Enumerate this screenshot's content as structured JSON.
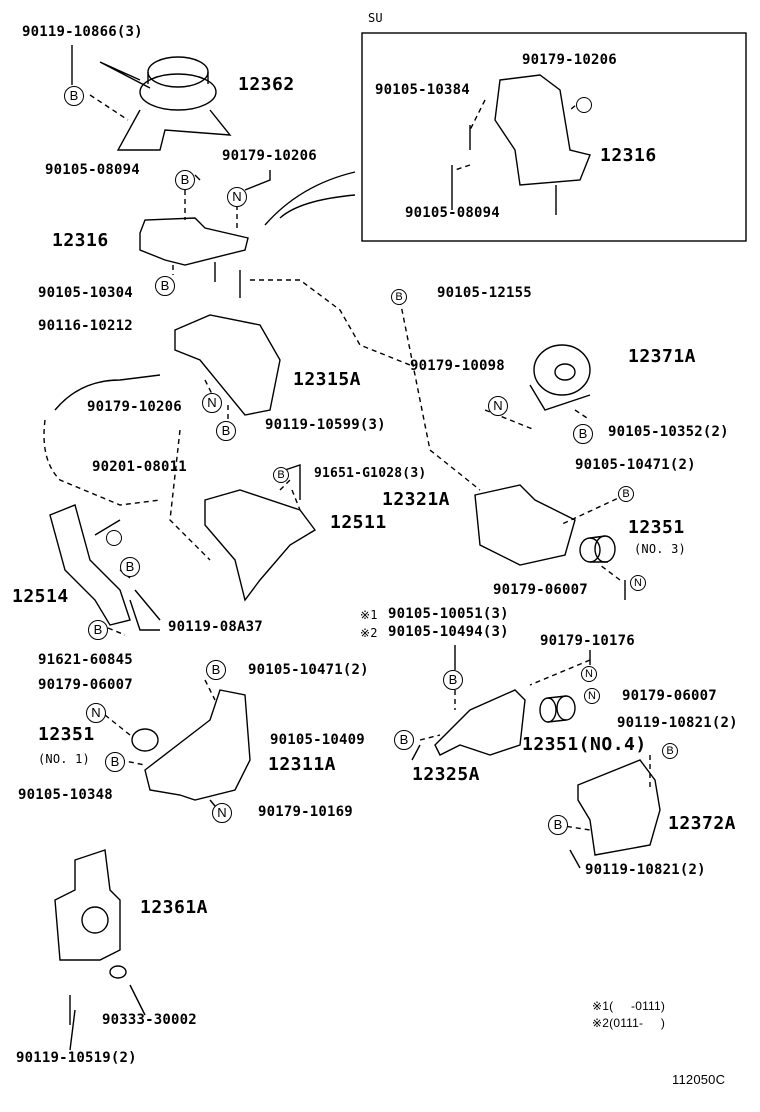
{
  "markers": {
    "bolt": "B",
    "nut": "N"
  },
  "variant_box": {
    "title": "SU",
    "labels": [
      "90179-10206",
      "90105-10384",
      "12316",
      "90105-08094"
    ]
  },
  "labels": [
    "90119-10866(3)",
    "12362",
    "90105-08094",
    "90179-10206",
    "12316",
    "90105-10304",
    "90116-10212",
    "12315A",
    "90179-10206",
    "90119-10599(3)",
    "90201-08011",
    "91651-G1028(3)",
    "12511",
    "12514",
    "90119-08A37",
    "91621-60845",
    "90179-06007",
    "12351",
    "(NO. 1)",
    "90105-10348",
    "90105-10471(2)",
    "12311A",
    "90179-10169",
    "12361A",
    "90333-30002",
    "90119-10519(2)",
    "90105-12155",
    "90179-10098",
    "12371A",
    "90105-10352(2)",
    "90105-10471(2)",
    "12321A",
    "12351",
    "(NO. 3)",
    "90179-06007",
    "90179-10176",
    "90179-06007",
    "90119-10821(2)",
    "90105-10409",
    "12351(NO.4)",
    "12325A",
    "12372A",
    "90119-10821(2)"
  ],
  "variant_labels": [
    {
      "mark": "※1",
      "part": "90105-10051(3)"
    },
    {
      "mark": "※2",
      "part": "90105-10494(3)"
    }
  ],
  "notes": [
    "※1(     -0111)",
    "※2(0111-     )"
  ],
  "figure_id": "112050C"
}
